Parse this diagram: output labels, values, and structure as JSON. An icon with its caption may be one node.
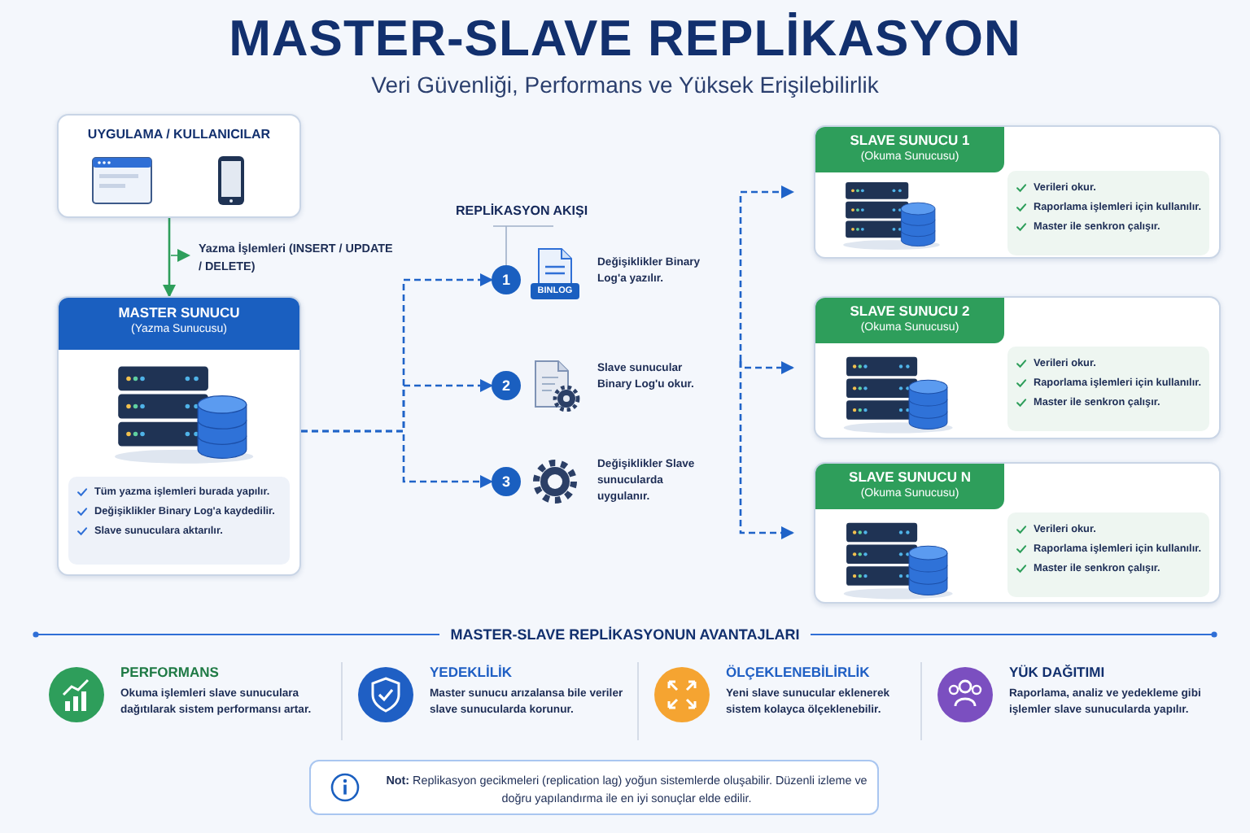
{
  "diagram": {
    "title": "MASTER-SLAVE REPLİKASYON",
    "nodes": [
      {
        "text": [
          "UYGULAMA / KULLANICILAR"
        ]
      },
      {
        "text": [
          "MASTER SUNUCU",
          "(Yazma Sunucusu)",
          "Tüm yazma işlemleri burada yapılır.",
          "Değişiklikler Binary Log'a kaydedilir.",
          "Slave sunuculara aktarılır."
        ]
      },
      {
        "text": [
          "1"
        ]
      },
      {
        "text": [
          "2"
        ]
      },
      {
        "text": [
          "3"
        ]
      },
      {
        "text": [
          "SLAVE SUNUCU 1",
          "(Okuma Sunucusu)",
          "Verileri okur.",
          "Raporlama işlemleri için kullanılır.",
          "Master ile senkron çalışır."
        ]
      },
      {
        "text": [
          "SLAVE SUNUCU 2",
          "(Okuma Sunucusu)",
          "Verileri okur.",
          "Raporlama işlemleri için kullanılır.",
          "Master ile senkron çalışır."
        ]
      },
      {
        "text": [
          "SLAVE SUNUCU N",
          "(Okuma Sunucusu)",
          "Verileri okur.",
          "Raporlama işlemleri için kullanılır.",
          "Master ile senkron çalışır."
        ]
      },
      {
        "text": [
          "PERFORMANS",
          "Okuma işlemleri slave sunuculara dağıtılarak sistem performansı artar."
        ]
      },
      {
        "text": [
          "YEDEKLİLİK",
          "Master sunucu arızalansa bile veriler slave sunucularda korunur."
        ]
      },
      {
        "text": [
          "ÖLÇEKLENEBİLİRLİK",
          "Yeni slave sunucular eklenerek sistem kolayca ölçeklenebilir."
        ]
      },
      {
        "text": [
          "YÜK DAĞITIMI",
          "Raporlama, analiz ve yedekleme gibi işlemler slave sunucularda yapılır."
        ]
      },
      {
        "text": [
          "**Not:** Replikasyon gecikmeleri (replication lag) yoğun sistemlerde oluşabilir. Düzenli izleme ve doğru yapılandırma ile en iyi sonuçlar elde edilir."
        ]
      }
    ],
    "edges": [
      {
        "from": 0,
        "to": 1,
        "arrow": "to",
        "color": "#2e9e5b",
        "label": "Yazma İşlemleri (INSERT / UPDATE / DELETE)"
      },
      {
        "from": 1,
        "to": 2,
        "arrow": "to",
        "style": "dashed"
      },
      {
        "from": 1,
        "to": 3,
        "arrow": "to",
        "style": "dashed"
      },
      {
        "from": 1,
        "to": 4,
        "arrow": "to",
        "style": "dashed"
      },
      {
        "from": null,
        "to": 5,
        "arrow": "to",
        "style": "dashed"
      },
      {
        "from": null,
        "to": 6,
        "arrow": "to",
        "style": "dashed"
      },
      {
        "from": null,
        "to": 7,
        "arrow": "to",
        "style": "dashed"
      }
    ],
    "labels": [
      "Veri Güvenliği, Performans ve Yüksek Erişilebilirlik",
      "REPLİKASYON AKIŞI",
      "BINLOG",
      "Değişiklikler Binary Log'a yazılır.",
      "Slave sunucular Binary Log'u okur.",
      "Değişiklikler Slave sunucularda uygulanır.",
      "MASTER-SLAVE REPLİKASYONUN AVANTAJLARI"
    ]
  }
}
